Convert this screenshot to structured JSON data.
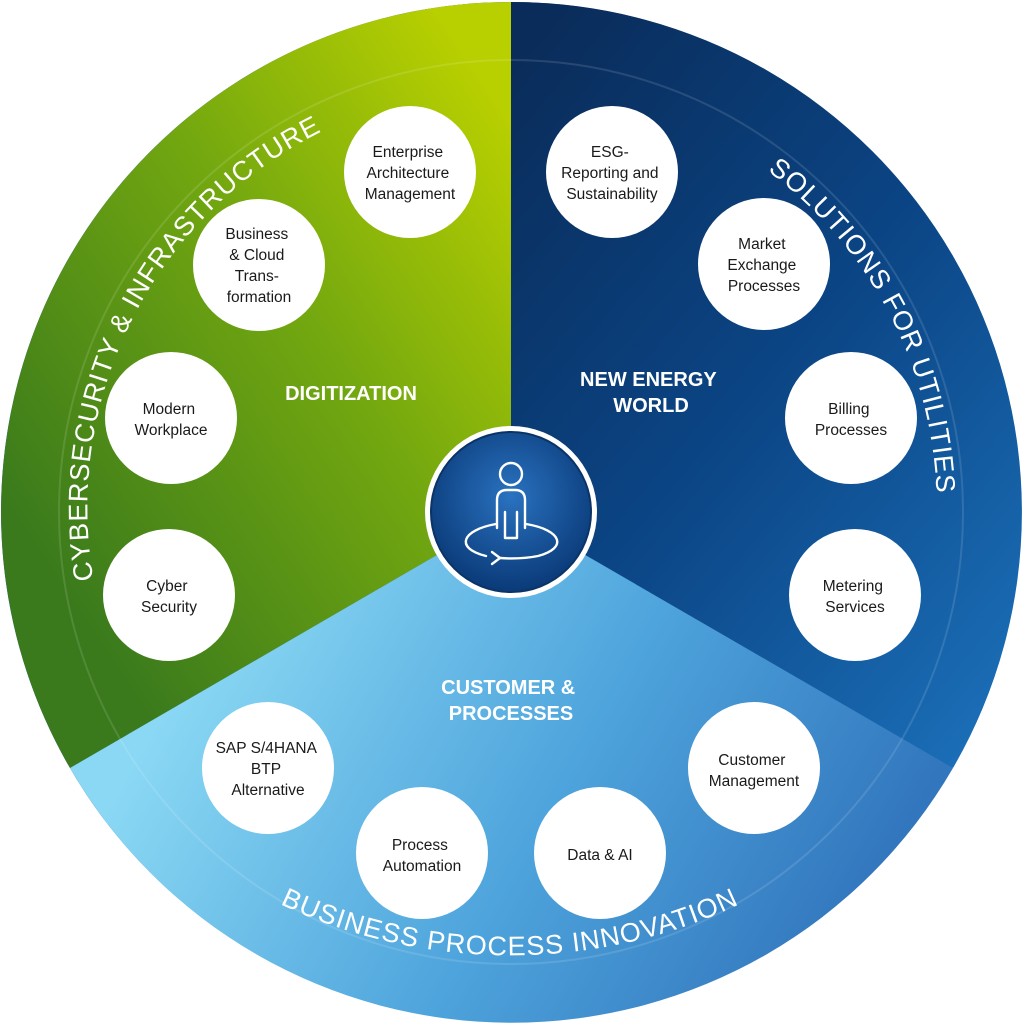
{
  "ring_labels": {
    "left": "CYBERSECURITY & INFRASTRUCTURE",
    "right": "SOLUTIONS FOR UTILITIES",
    "bottom": "BUSINESS  PROCESS INNOVATION"
  },
  "sectors": {
    "digitization": [
      "DIGITIZATION"
    ],
    "energy": [
      "NEW ENERGY",
      "WORLD"
    ],
    "customer": [
      "CUSTOMER &",
      "PROCESSES"
    ]
  },
  "nodes": {
    "enterprise_architecture": [
      "Enterprise",
      "Architecture",
      "Management"
    ],
    "business_cloud": [
      "Business",
      "& Cloud",
      "Trans-",
      "formation"
    ],
    "modern_workplace": [
      "Modern",
      "Workplace"
    ],
    "cyber_security": [
      "Cyber",
      "Security"
    ],
    "esg": [
      "ESG-",
      "Reporting and",
      "Sustainability"
    ],
    "market_exchange": [
      "Market",
      "Exchange",
      "Processes"
    ],
    "billing": [
      "Billing",
      "Processes"
    ],
    "metering": [
      "Metering",
      "Services"
    ],
    "customer_management": [
      "Customer",
      "Management"
    ],
    "data_ai": [
      "Data & AI"
    ],
    "process_automation": [
      "Process",
      "Automation"
    ],
    "sap": [
      "SAP S/4HANA",
      "BTP",
      "Alternative"
    ]
  },
  "center_icon": "person-rotation-icon",
  "colors": {
    "green_light": "#b9d000",
    "green_dark": "#3f7e1a",
    "navy": "#0a3466",
    "blue_mid": "#1f66b0",
    "blue_light": "#7fcdf0"
  }
}
